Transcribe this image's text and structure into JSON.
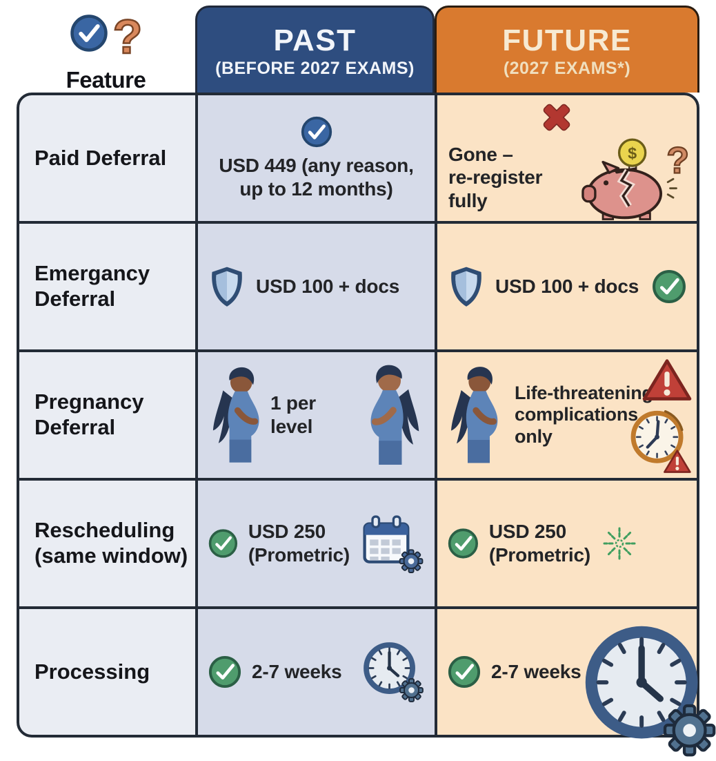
{
  "header": {
    "feature_label": "Feature",
    "past_title": "PAST",
    "past_subtitle": "(BEFORE 2027 EXAMS)",
    "future_title": "FUTURE",
    "future_subtitle": "(2027 EXAMS*)"
  },
  "rows": [
    {
      "feature": "Paid Deferral",
      "past": {
        "text": "USD 449 (any reason,\nup to 12 months)",
        "icons": [
          "check-circle-blue"
        ]
      },
      "future": {
        "text": "Gone –\nre-register fully",
        "icons": [
          "x-mark",
          "broken-piggy-bank",
          "question-mark"
        ]
      }
    },
    {
      "feature": "Emergancy\nDeferral",
      "past": {
        "text": "USD 100 + docs",
        "icons": [
          "shield"
        ]
      },
      "future": {
        "text": "USD 100 + docs",
        "icons": [
          "shield",
          "check-circle-green"
        ]
      }
    },
    {
      "feature": "Pregnancy\nDeferral",
      "past": {
        "text": "1 per level",
        "icons": [
          "pregnant-woman",
          "pregnant-woman-mirrored"
        ]
      },
      "future": {
        "text": "Life-threatening\ncomplications\nonly",
        "icons": [
          "pregnant-woman",
          "warning-triangle",
          "clock-with-warning"
        ]
      }
    },
    {
      "feature": "Rescheduling\n(same window)",
      "past": {
        "text": "USD 250\n(Prometric)",
        "icons": [
          "check-circle-green",
          "calendar-with-gear"
        ]
      },
      "future": {
        "text": "USD 250\n(Prometric)",
        "icons": [
          "check-circle-green",
          "green-sparkle"
        ]
      }
    },
    {
      "feature": "Processing",
      "past": {
        "text": "2-7 weeks",
        "icons": [
          "check-circle-green",
          "clock-with-gear"
        ]
      },
      "future": {
        "text": "2-7 weeks",
        "icons": [
          "check-circle-green",
          "clock-with-gear-large"
        ]
      }
    }
  ],
  "colors": {
    "past_header": "#2e4d7f",
    "future_header": "#d97a2f",
    "past_cell": "#d6dbe9",
    "future_cell": "#fbe3c5",
    "feature_cell": "#eaedf3",
    "grid_border": "#232b36",
    "check_green": "#4f9c6d",
    "check_blue": "#3a66a3",
    "alert_red": "#b23730"
  }
}
